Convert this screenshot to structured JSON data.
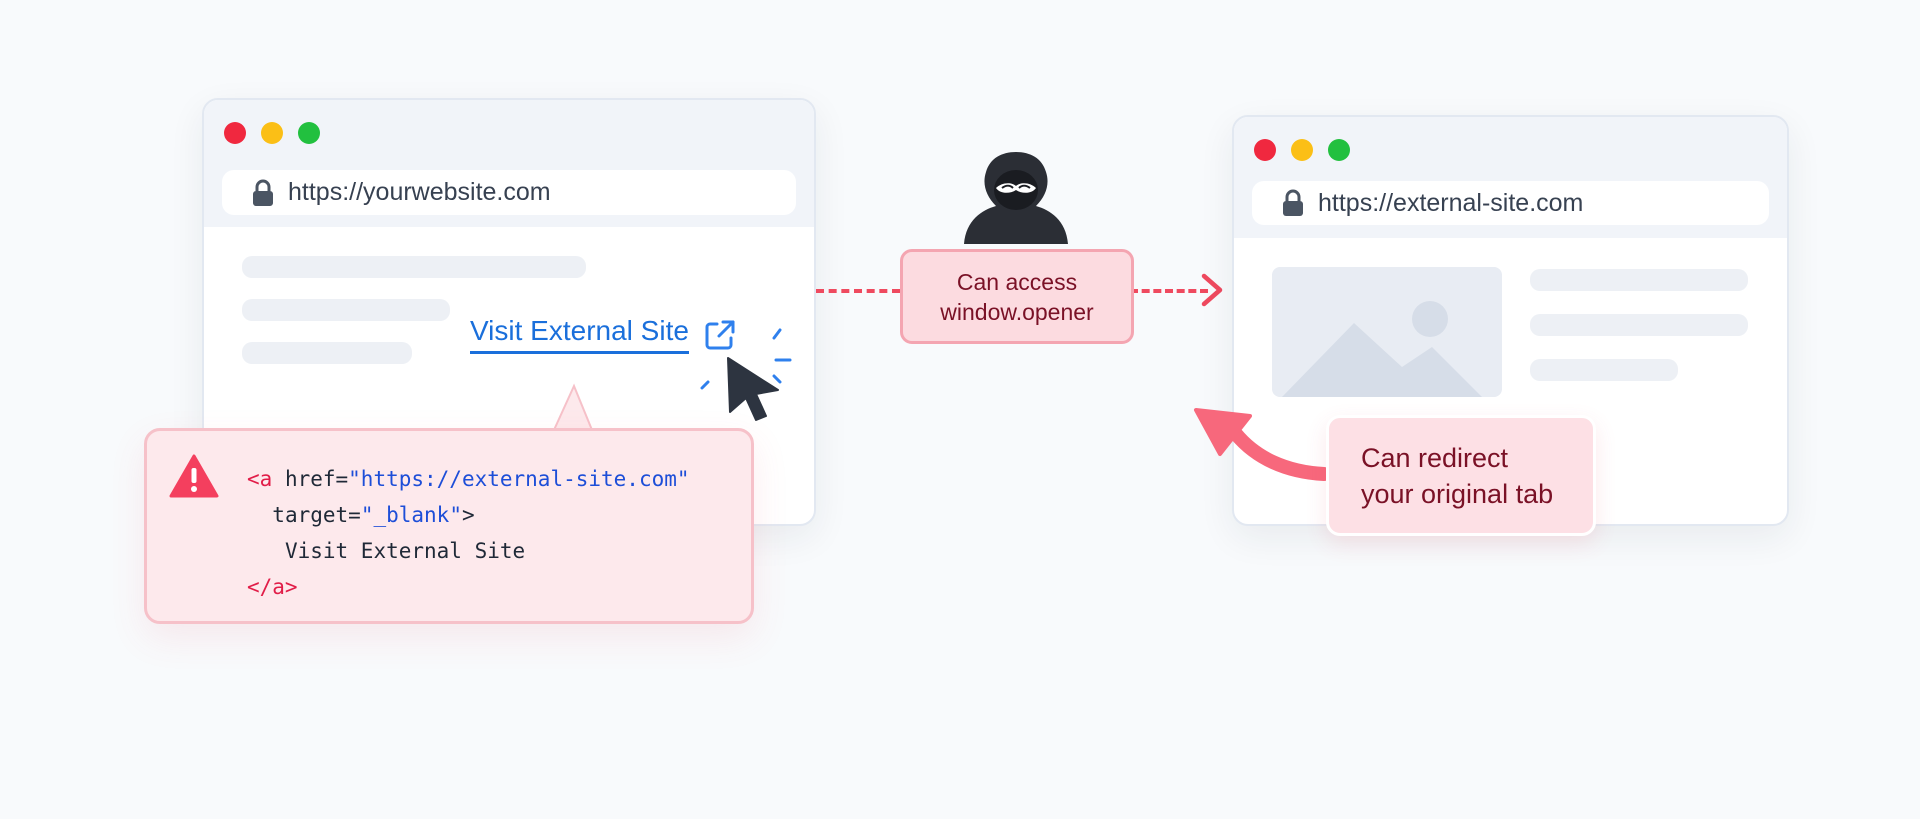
{
  "left_browser": {
    "url": "https://yourwebsite.com",
    "link_text": "Visit External Site"
  },
  "right_browser": {
    "url": "https://external-site.com"
  },
  "opener_label": {
    "line1": "Can access",
    "line2": "window.opener"
  },
  "redirect_label": {
    "line1": "Can redirect",
    "line2": "your original tab"
  },
  "code": {
    "open_tag": "<a",
    "href_attr": " href=",
    "href_value": "\"https://external-site.com\"",
    "target_attr": "target=",
    "target_value": "\"_blank\"",
    "target_close": ">",
    "content": "Visit External Site",
    "close_tag": "</a>"
  },
  "colors": {
    "accent_red": "#ef4a5f",
    "link_blue": "#1a6fdb",
    "dot_red": "#f0283f",
    "dot_yellow": "#fbbf16",
    "dot_green": "#22c03f"
  },
  "icons": [
    "lock-icon",
    "external-link-icon",
    "cursor-pointer-icon",
    "hacker-icon",
    "warning-icon",
    "image-placeholder-icon"
  ]
}
